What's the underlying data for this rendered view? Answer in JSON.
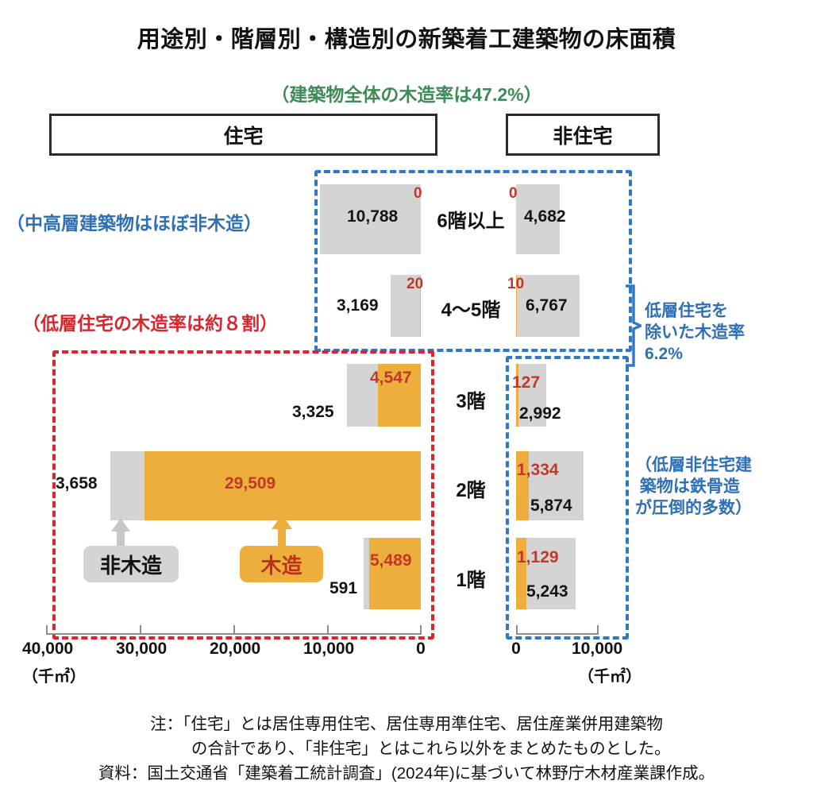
{
  "title": "用途別・階層別・構造別の新築着工建築物の床面積",
  "green_note": "（建築物全体の木造率は47.2%）",
  "categories": {
    "residential": "住宅",
    "non_residential": "非住宅"
  },
  "legend": {
    "non_wood": "非木造",
    "wood": "木造"
  },
  "annotations": {
    "blue_mid_high": "（中高層建築物はほぼ非木造）",
    "red_low_rise": "（低層住宅の木造率は約８割）",
    "blue_excl_low": "低層住宅を\n除いた木造率\n6.2%",
    "blue_steel": "（低層非住宅建\n 築物は鉄骨造\nが圧倒的多数）"
  },
  "axes": {
    "left_ticks": [
      "40,000",
      "30,000",
      "20,000",
      "10,000",
      "0"
    ],
    "right_ticks": [
      "0",
      "10,000"
    ],
    "left_unit": "（千㎡）",
    "right_unit": "（千㎡）"
  },
  "footnote": "注：「住宅」とは居住専用住宅、居住専用準住宅、居住産業併用建築物\n　　　の合計であり、「非住宅」とはこれら以外をまとめたものとした。\n資料：国土交通省「建築着工統計調査」(2024年)に基づいて林野庁木材産業課作成。",
  "colors": {
    "wood": "#edae3c",
    "non_wood": "#d4d4d4",
    "red": "#c0392b",
    "blue": "#2f6fb5",
    "green": "#3d8b55",
    "dashed_red": "#d8262c",
    "dashed_blue": "#2f78c4"
  },
  "chart_data": {
    "type": "bar",
    "title": "用途別・階層別・構造別の新築着工建築物の床面積",
    "orientation": "horizontal",
    "stacked": true,
    "xlabel": "千㎡",
    "ylabel": "",
    "categories": [
      "6階以上",
      "4〜5階",
      "3階",
      "2階",
      "1階"
    ],
    "panels": [
      {
        "name": "住宅",
        "direction": "right-to-left",
        "xlim": [
          0,
          40000
        ],
        "ticks": [
          40000,
          30000,
          20000,
          10000,
          0
        ],
        "series": [
          {
            "name": "非木造",
            "color": "#d4d4d4",
            "values": [
              10788,
              3169,
              3325,
              3658,
              591
            ]
          },
          {
            "name": "木造",
            "color": "#edae3c",
            "values": [
              0,
              20,
              4547,
              29509,
              5489
            ]
          }
        ]
      },
      {
        "name": "非住宅",
        "direction": "left-to-right",
        "xlim": [
          0,
          13000
        ],
        "ticks": [
          0,
          10000
        ],
        "series": [
          {
            "name": "木造",
            "color": "#edae3c",
            "values": [
              0,
              10,
              127,
              1334,
              1129
            ]
          },
          {
            "name": "非木造",
            "color": "#d4d4d4",
            "values": [
              4682,
              6767,
              2992,
              5874,
              5243
            ]
          }
        ]
      }
    ],
    "labels": {
      "residential_non_wood": [
        "10,788",
        "3,169",
        "3,325",
        "3,658",
        "591"
      ],
      "residential_wood": [
        "0",
        "20",
        "4,547",
        "29,509",
        "5,489"
      ],
      "non_residential_wood": [
        "0",
        "10",
        "127",
        "1,334",
        "1,129"
      ],
      "non_residential_non_wood": [
        "4,682",
        "6,767",
        "2,992",
        "5,874",
        "5,243"
      ]
    },
    "callouts": {
      "overall_wood_rate": "47.2%",
      "wood_rate_excluding_low_rise_housing": "6.2%",
      "low_rise_housing_wood_rate": "約8割"
    }
  }
}
